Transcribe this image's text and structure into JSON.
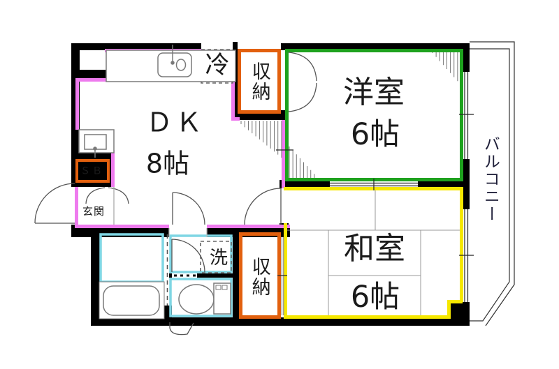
{
  "floorplan": {
    "title": "apartment-floor-plan",
    "rooms": {
      "dining_kitchen": {
        "label": "ＤＫ",
        "size": "8帖"
      },
      "western_room": {
        "label": "洋室",
        "size": "6帖"
      },
      "japanese_room": {
        "label": "和室",
        "size": "6帖"
      }
    },
    "features": {
      "balcony": "バルコニー",
      "storage_upper": "収納",
      "storage_lower": "収納",
      "refrigerator_space": "冷",
      "washer_space": "洗",
      "shoe_box": "ＳＢ",
      "entrance": "玄関"
    },
    "fixtures": [
      "kitchen-sink",
      "wash-basin",
      "bathtub",
      "toilet"
    ],
    "colors": {
      "wall": "#000000",
      "dk_outline": "#ee7bee",
      "western_room_outline": "#1ea21e",
      "japanese_room_outline": "#f6e800",
      "storage_outline": "#e2600e",
      "wet_area_outline": "#7fd6e4",
      "fixture_line": "#7a7a7a"
    }
  }
}
